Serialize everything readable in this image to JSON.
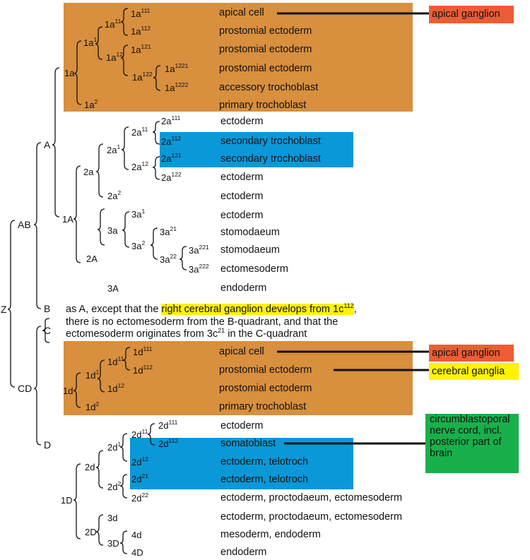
{
  "colors": {
    "orange": "#d88f3e",
    "blue": "#0a98d9",
    "red": "#ee5c35",
    "yellow": "#fff20a",
    "green": "#18b04a"
  },
  "tree_labels": {
    "Z": "Z",
    "AB": "AB",
    "CD": "CD",
    "A": "A",
    "B": "B",
    "C": "C",
    "D": "D",
    "1a": "1a",
    "1A": "1A",
    "2a": "2a",
    "2A": "2A",
    "3a": "3a",
    "3A": "3A",
    "1d": "1d",
    "1D": "1D",
    "2d": "2d",
    "2D": "2D",
    "3d": "3d",
    "3D": "3D",
    "4d": "4d",
    "4D": "4D"
  },
  "cells": {
    "c1a1": {
      "base": "1a",
      "sup": "1"
    },
    "c1a11": {
      "base": "1a",
      "sup": "11"
    },
    "c1a12": {
      "base": "1a",
      "sup": "12"
    },
    "c1a111": {
      "base": "1a",
      "sup": "111"
    },
    "c1a112": {
      "base": "1a",
      "sup": "112"
    },
    "c1a121": {
      "base": "1a",
      "sup": "121"
    },
    "c1a122": {
      "base": "1a",
      "sup": "122"
    },
    "c1a1221": {
      "base": "1a",
      "sup": "1221"
    },
    "c1a1222": {
      "base": "1a",
      "sup": "1222"
    },
    "c1a2": {
      "base": "1a",
      "sup": "2"
    },
    "c2a1": {
      "base": "2a",
      "sup": "1"
    },
    "c2a2": {
      "base": "2a",
      "sup": "2"
    },
    "c2a11": {
      "base": "2a",
      "sup": "11"
    },
    "c2a12": {
      "base": "2a",
      "sup": "12"
    },
    "c2a111": {
      "base": "2a",
      "sup": "111"
    },
    "c2a112": {
      "base": "2a",
      "sup": "112"
    },
    "c2a121": {
      "base": "2a",
      "sup": "121"
    },
    "c2a122": {
      "base": "2a",
      "sup": "122"
    },
    "c3a1": {
      "base": "3a",
      "sup": "1"
    },
    "c3a2": {
      "base": "3a",
      "sup": "2"
    },
    "c3a21": {
      "base": "3a",
      "sup": "21"
    },
    "c3a22": {
      "base": "3a",
      "sup": "22"
    },
    "c3a221": {
      "base": "3a",
      "sup": "221"
    },
    "c3a222": {
      "base": "3a",
      "sup": "222"
    },
    "c1d1": {
      "base": "1d",
      "sup": "1"
    },
    "c1d2": {
      "base": "1d",
      "sup": "2"
    },
    "c1d11": {
      "base": "1d",
      "sup": "11"
    },
    "c1d12": {
      "base": "1d",
      "sup": "12"
    },
    "c1d111": {
      "base": "1d",
      "sup": "111"
    },
    "c1d112": {
      "base": "1d",
      "sup": "112"
    },
    "c2d1": {
      "base": "2d",
      "sup": "1"
    },
    "c2d2": {
      "base": "2d",
      "sup": "2"
    },
    "c2d11": {
      "base": "2d",
      "sup": "11"
    },
    "c2d12": {
      "base": "2d",
      "sup": "12"
    },
    "c2d111": {
      "base": "2d",
      "sup": "111"
    },
    "c2d112": {
      "base": "2d",
      "sup": "112"
    },
    "c2d21": {
      "base": "2d",
      "sup": "21"
    },
    "c2d22": {
      "base": "2d",
      "sup": "22"
    }
  },
  "fates": {
    "f1a111": "apical cell",
    "f1a112": "prostomial ectoderm",
    "f1a121": "prostomial ectoderm",
    "f1a1221": "prostomial ectoderm",
    "f1a1222": "accessory trochoblast",
    "f1a2": "primary trochoblast",
    "f2a111": "ectoderm",
    "f2a112": "secondary trochoblast",
    "f2a121": "secondary trochoblast",
    "f2a122": "ectoderm",
    "f2a2": "ectoderm",
    "f3a1": "ectoderm",
    "f3a21": "stomodaeum",
    "f3a221": "stomodaeum",
    "f3a222": "ectomesoderm",
    "f3A": "endoderm",
    "f1d111": "apical cell",
    "f1d112": "prostomial ectoderm",
    "f1d12": "prostomial ectoderm",
    "f1d2": "primary trochoblast",
    "f2d111": "ectoderm",
    "f2d112": "somatoblast",
    "f2d12": "ectoderm, telotroch",
    "f2d21": "ectoderm, telotroch",
    "f2d22": "ectoderm, proctodaeum, ectomesoderm",
    "f3d": "ectoderm, proctodaeum, ectomesoderm",
    "f4d": "mesoderm, endoderm",
    "f4D": "endoderm"
  },
  "note": {
    "part1": "as A, except that the ",
    "highlight": "right cerebral ganglion develops from 1c",
    "highlight_sup": "112",
    "part2": ",",
    "line2": "there is no ectomesoderm from the B-quadrant, and that the",
    "line3a": "ectomesoderm originates from 3c",
    "line3_sup": "21",
    "line3b": " in the C-quadrant"
  },
  "callouts": {
    "apical_ganglion_1": "apical ganglion",
    "apical_ganglion_2": "apical ganglion",
    "cerebral_ganglia": "cerebral ganglia",
    "green_lines": [
      "circumblastoporal",
      "nerve cord,  incl.",
      "posterior part of",
      "brain"
    ]
  }
}
